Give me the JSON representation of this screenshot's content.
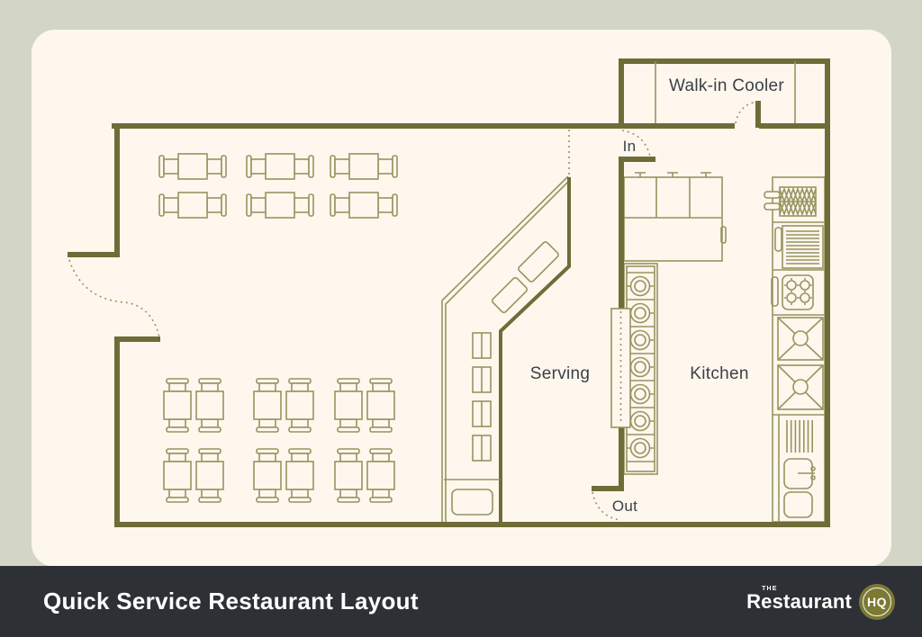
{
  "page": {
    "background": "#d4d6c5"
  },
  "plan": {
    "labels": {
      "walk_in_cooler": "Walk-in Cooler",
      "entry": "In",
      "exit": "Out",
      "serving": "Serving",
      "kitchen": "Kitchen"
    },
    "colors": {
      "wall": "#6f6c38",
      "furniture_line": "#97945f",
      "label_text": "#3c4046",
      "floor": "#fdf7ee"
    }
  },
  "footer": {
    "title": "Quick Service Restaurant Layout",
    "background": "#2d3136",
    "logo": {
      "the": "THE",
      "restaurant": "Restaurant",
      "hq": "HQ",
      "circle_color": "#7c7935"
    }
  }
}
